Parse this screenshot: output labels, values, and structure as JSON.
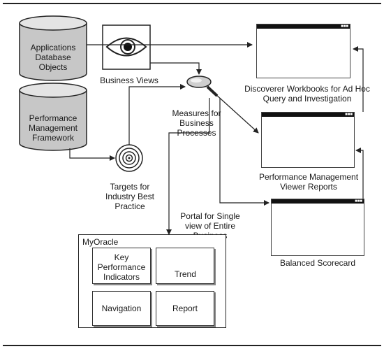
{
  "nodes": {
    "applications_db": "Applications Database Objects",
    "perf_framework": "Performance Management Framework",
    "business_views": "Business Views",
    "measures": "Measures for Business Processes",
    "targets": "Targets for Industry Best Practice",
    "portal": "Portal for Single view of Entire Business",
    "discoverer": "Discoverer Workbooks for Ad Hoc Query and Investigation",
    "pm_viewer": "Performance Management Viewer Reports",
    "balanced_scorecard": "Balanced Scorecard"
  },
  "myoracle": {
    "title": "MyOracle",
    "tiles": {
      "kpi": "Key Performance Indicators",
      "trend": "Trend",
      "navigation": "Navigation",
      "report": "Report"
    }
  },
  "icons": [
    "database-icon",
    "eye-icon",
    "magnifier-icon",
    "target-icon",
    "window-icon",
    "line-chart-icon",
    "flowchart-icon"
  ]
}
